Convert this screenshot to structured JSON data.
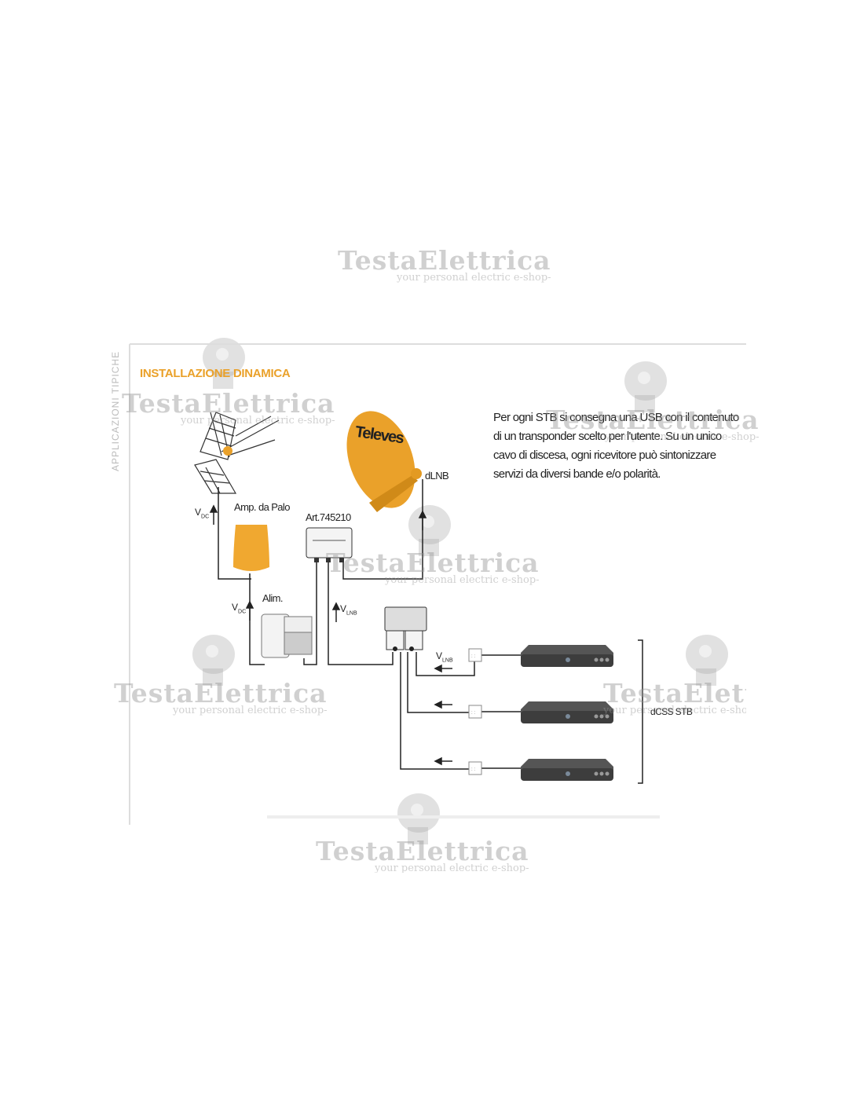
{
  "title": "INSTALLAZIONE DINAMICA",
  "side_label": "APPLICAZIONI TIPICHE",
  "description": [
    "Per ogni STB si consegna una USB con il contenuto",
    "di un transponder scelto per l'utente.  Su un unico",
    "cavo di discesa, ogni ricevitore può sintonizzare",
    "servizi da diversi bande e/o polarità."
  ],
  "labels": {
    "dish_brand": "Televes",
    "dlnb": "dLNB",
    "amp": "Amp. da Palo",
    "article": "Art.745210",
    "alim": "Alim.",
    "vdc_main": "V",
    "vdc_sub": "DC",
    "vlnb_main": "V",
    "vlnb_sub": "LNB",
    "stb_group": "dCSS STB"
  },
  "watermark": {
    "name": "TestaElettrica",
    "tagline": "your personal electric e-shop-"
  },
  "colors": {
    "accent": "#eaa12a",
    "line": "#222222",
    "stb": "#4a4a4a"
  }
}
